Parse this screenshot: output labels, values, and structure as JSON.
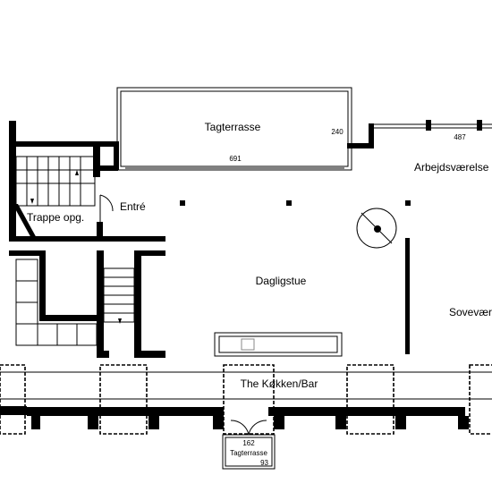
{
  "rooms": {
    "tagterrasse_top": "Tagterrasse",
    "arbejdsvaerelse": "Arbejdsværelse",
    "entre": "Entré",
    "trappe": "Trappe opg.",
    "dagligstue": "Dagligstue",
    "sovevaerelse": "Soveværelse",
    "kokken": "The Køkken/Bar",
    "tagterrasse_bottom": "Tagterrasse"
  },
  "dimensions": {
    "terrace_width": "691",
    "terrace_depth": "240",
    "work_width": "487",
    "bottom_terrace_width": "162",
    "bottom_terrace_depth": "93"
  },
  "colors": {
    "walls": "#000000",
    "background": "#ffffff"
  }
}
